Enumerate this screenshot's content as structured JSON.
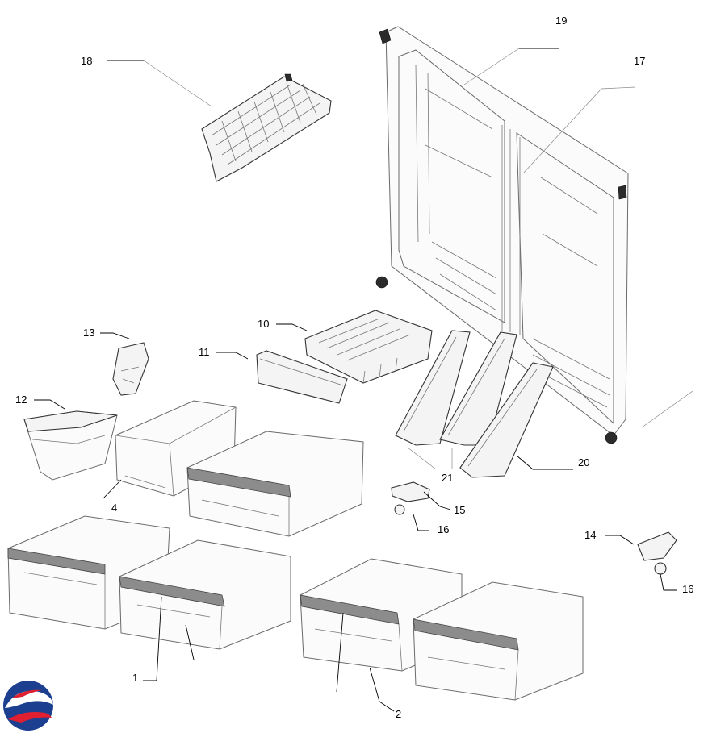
{
  "callouts": {
    "c1": "1",
    "c2": "2",
    "c4": "4",
    "c10": "10",
    "c11": "11",
    "c12": "12",
    "c13": "13",
    "c14": "14",
    "c15": "15",
    "c16a": "16",
    "c16b": "16",
    "c17": "17",
    "c18": "18",
    "c19": "19",
    "c20": "20",
    "c21": "21"
  },
  "logo": {
    "name": "brand-logo-icon"
  }
}
